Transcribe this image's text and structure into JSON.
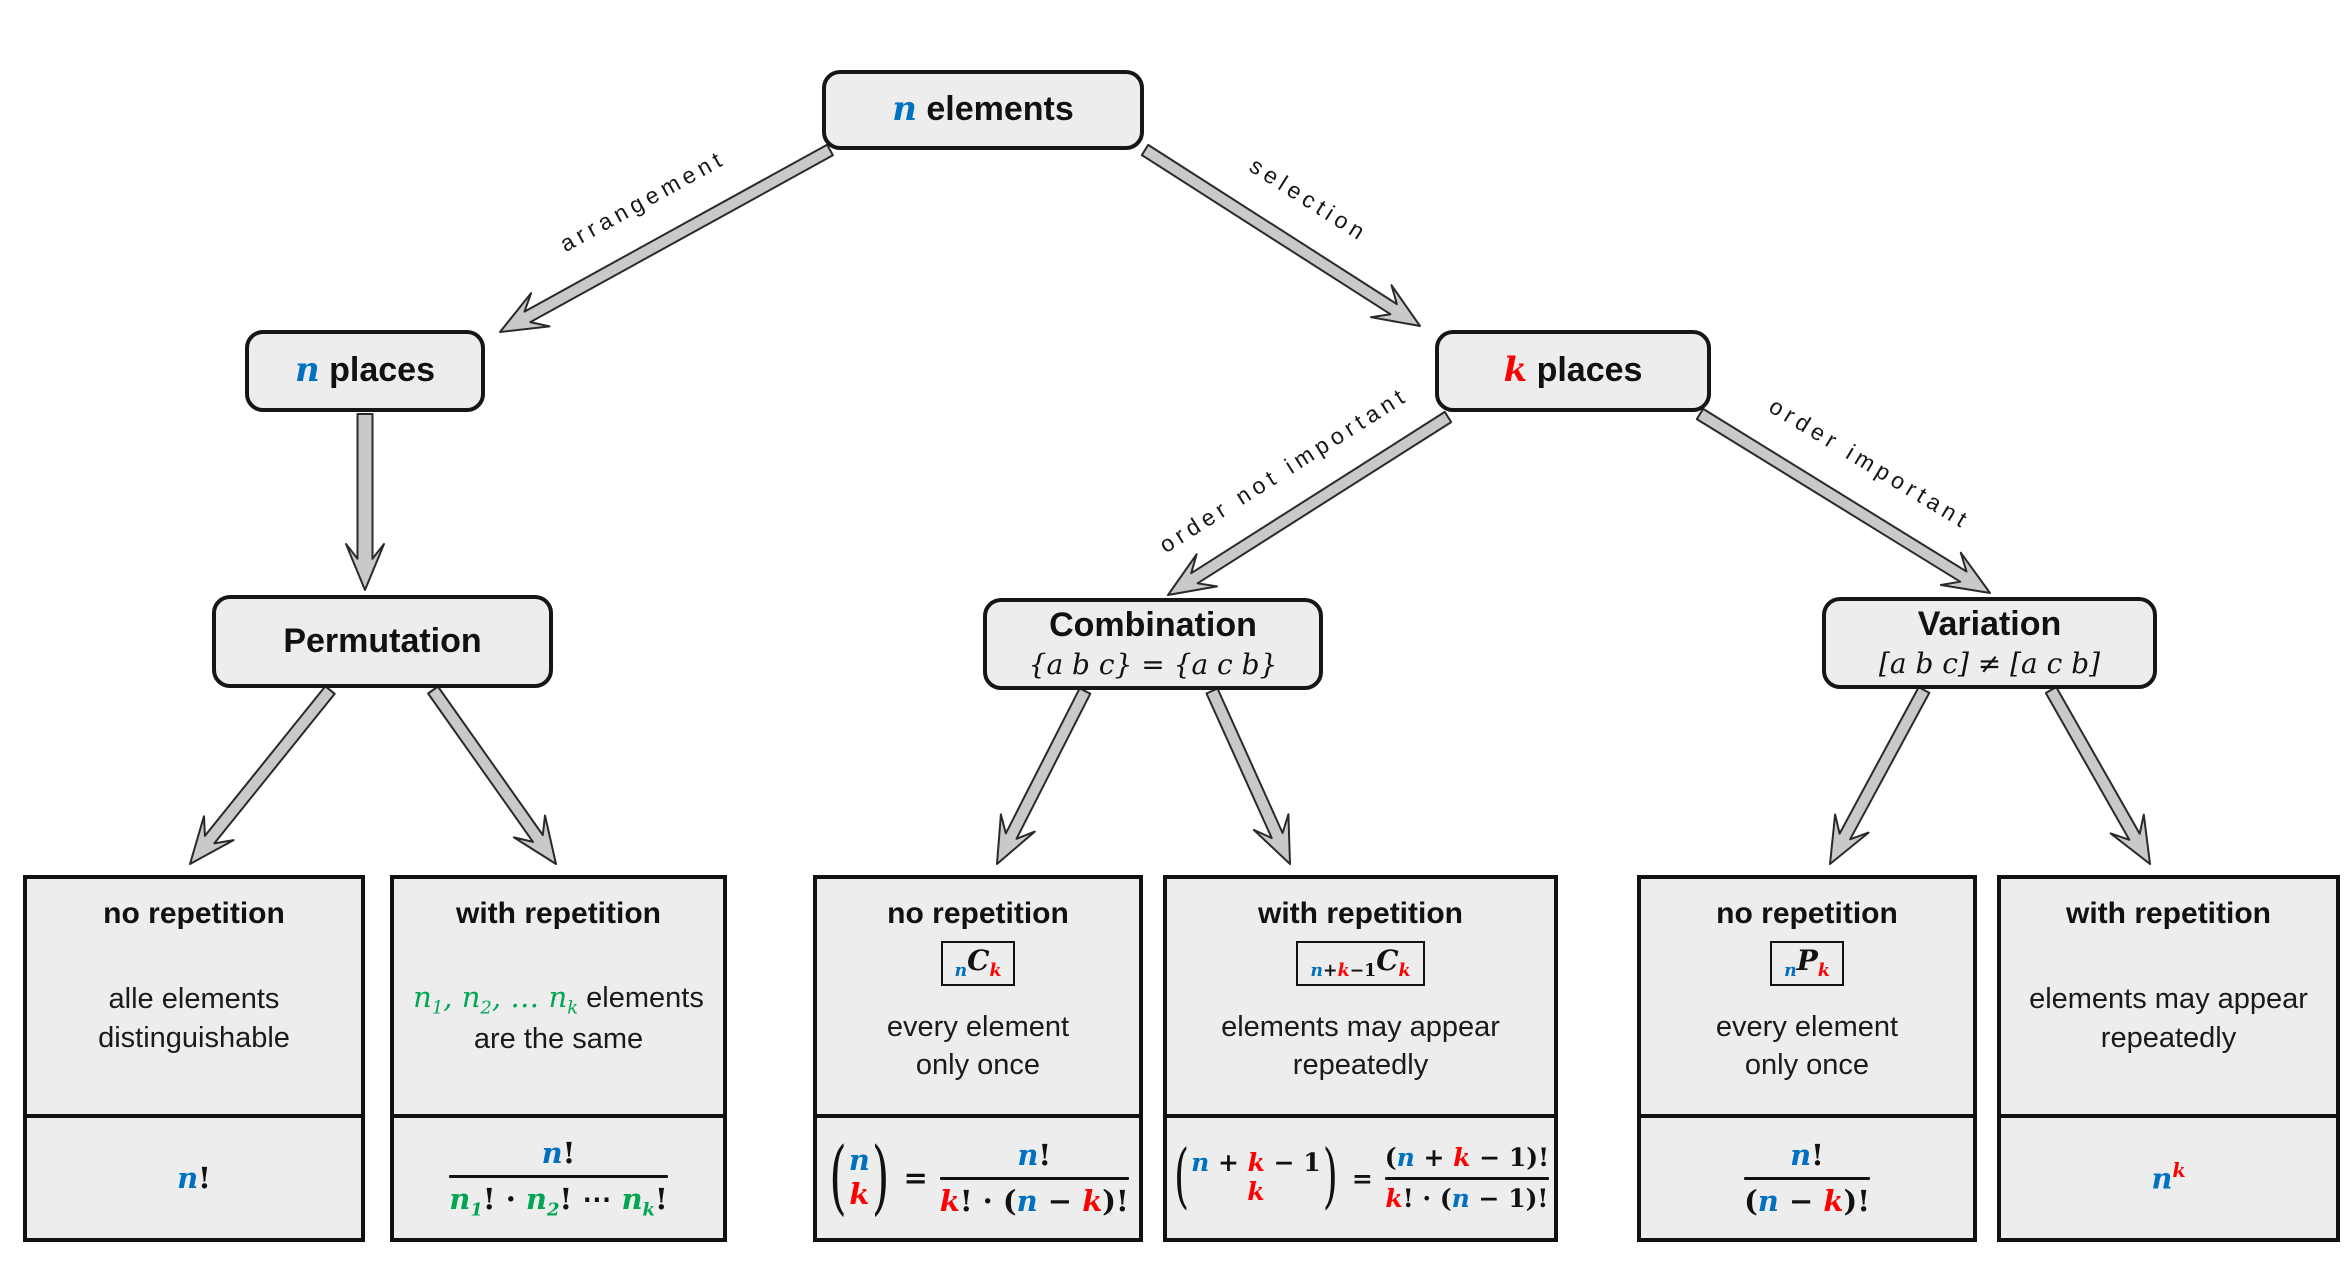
{
  "colors": {
    "blue": "#0070C0",
    "red": "#FF0000",
    "green": "#00A651"
  },
  "nodes": {
    "root": {
      "title_tokens": [
        {
          "t": "n",
          "v": 1,
          "c": "blue"
        },
        {
          "t": " elements"
        }
      ]
    },
    "n_places": {
      "title_tokens": [
        {
          "t": "n",
          "v": 1,
          "c": "blue"
        },
        {
          "t": " places"
        }
      ]
    },
    "k_places": {
      "title_tokens": [
        {
          "t": "k",
          "v": 1,
          "c": "red"
        },
        {
          "t": " places"
        }
      ]
    },
    "permutation": {
      "title": "Permutation"
    },
    "combination": {
      "title": "Combination",
      "subtitle_tokens": [
        {
          "t": "{a b c} = {a c b}",
          "it": 1
        }
      ]
    },
    "variation": {
      "title": "Variation",
      "subtitle_tokens": [
        {
          "t": "[a b c] ≠ [a c b]",
          "it": 1
        }
      ]
    }
  },
  "edges": {
    "arrangement": "arrangement",
    "selection": "selection",
    "order_not_important": "order not important",
    "order_important": "order important"
  },
  "leaves": [
    {
      "heading": "no repetition",
      "desc1": [
        {
          "t": "alle elements"
        }
      ],
      "desc2": [
        {
          "t": "distinguishable"
        }
      ],
      "formula": {
        "whole": [
          {
            "t": "n",
            "v": 1,
            "c": "blue"
          },
          {
            "t": "!",
            "m": 1
          }
        ]
      }
    },
    {
      "heading": "with repetition",
      "desc1": [
        {
          "t": "n",
          "it": 1,
          "c": "green"
        },
        {
          "t": "1",
          "it": 1,
          "c": "green",
          "sub": 1
        },
        {
          "t": ", ",
          "it": 1,
          "c": "green"
        },
        {
          "t": "n",
          "it": 1,
          "c": "green"
        },
        {
          "t": "2",
          "it": 1,
          "c": "green",
          "sub": 1
        },
        {
          "t": ", … ",
          "it": 1,
          "c": "green"
        },
        {
          "t": "n",
          "it": 1,
          "c": "green"
        },
        {
          "t": "k",
          "it": 1,
          "c": "green",
          "sub": 1
        },
        {
          "t": " elements"
        }
      ],
      "desc2": [
        {
          "t": "are the same"
        }
      ],
      "formula": {
        "num": [
          {
            "t": "n",
            "v": 1,
            "c": "blue"
          },
          {
            "t": "!",
            "m": 1
          }
        ],
        "den": [
          {
            "t": "n",
            "v": 1,
            "c": "green"
          },
          {
            "t": "1",
            "v": 1,
            "c": "green",
            "sub": 1
          },
          {
            "t": "!",
            "m": 1
          },
          {
            "t": " · ",
            "m": 1
          },
          {
            "t": "n",
            "v": 1,
            "c": "green"
          },
          {
            "t": "2",
            "v": 1,
            "c": "green",
            "sub": 1
          },
          {
            "t": "!",
            "m": 1
          },
          {
            "t": " ⋯ ",
            "m": 1
          },
          {
            "t": "n",
            "v": 1,
            "c": "green"
          },
          {
            "t": "k",
            "v": 1,
            "c": "green",
            "sub": 1
          },
          {
            "t": "!",
            "m": 1
          }
        ]
      }
    },
    {
      "heading": "no repetition",
      "badge": [
        {
          "t": "n",
          "v": 1,
          "c": "blue",
          "sub": 1
        },
        {
          "t": "C",
          "v": 1
        },
        {
          "t": "k",
          "v": 1,
          "c": "red",
          "sub": 1
        }
      ],
      "desc1": [
        {
          "t": "every element"
        }
      ],
      "desc2": [
        {
          "t": "only once"
        }
      ],
      "formula": {
        "lp": "(",
        "rp": ")",
        "eq": "=",
        "binom_top": [
          {
            "t": "n",
            "v": 1,
            "c": "blue"
          }
        ],
        "binom_bot": [
          {
            "t": "k",
            "v": 1,
            "c": "red"
          }
        ],
        "num": [
          {
            "t": "n",
            "v": 1,
            "c": "blue"
          },
          {
            "t": "!",
            "m": 1
          }
        ],
        "den": [
          {
            "t": "k",
            "v": 1,
            "c": "red"
          },
          {
            "t": "! · (",
            "m": 1
          },
          {
            "t": "n",
            "v": 1,
            "c": "blue"
          },
          {
            "t": " − ",
            "m": 1
          },
          {
            "t": "k",
            "v": 1,
            "c": "red"
          },
          {
            "t": ")!",
            "m": 1
          }
        ]
      }
    },
    {
      "heading": "with repetition",
      "badge": [
        {
          "t": "n",
          "v": 1,
          "c": "blue",
          "sub": 1
        },
        {
          "t": "+",
          "m": 1,
          "sub": 1
        },
        {
          "t": "k",
          "v": 1,
          "c": "red",
          "sub": 1
        },
        {
          "t": "−1",
          "m": 1,
          "sub": 1
        },
        {
          "t": "C",
          "v": 1
        },
        {
          "t": "k",
          "v": 1,
          "c": "red",
          "sub": 1
        }
      ],
      "desc1": [
        {
          "t": "elements may appear"
        }
      ],
      "desc2": [
        {
          "t": "repeatedly"
        }
      ],
      "formula": {
        "lp": "(",
        "rp": ")",
        "eq": "=",
        "binom_top": [
          {
            "t": "n",
            "v": 1,
            "c": "blue"
          },
          {
            "t": " + ",
            "m": 1
          },
          {
            "t": "k",
            "v": 1,
            "c": "red"
          },
          {
            "t": " − 1",
            "m": 1
          }
        ],
        "binom_bot": [
          {
            "t": "k",
            "v": 1,
            "c": "red"
          }
        ],
        "num": [
          {
            "t": "(",
            "m": 1
          },
          {
            "t": "n",
            "v": 1,
            "c": "blue"
          },
          {
            "t": " + ",
            "m": 1
          },
          {
            "t": "k",
            "v": 1,
            "c": "red"
          },
          {
            "t": " − 1",
            "m": 1
          },
          {
            "t": ")!",
            "m": 1
          }
        ],
        "den": [
          {
            "t": "k",
            "v": 1,
            "c": "red"
          },
          {
            "t": "! · (",
            "m": 1
          },
          {
            "t": "n",
            "v": 1,
            "c": "blue"
          },
          {
            "t": " − 1",
            "m": 1
          },
          {
            "t": ")!",
            "m": 1
          }
        ]
      }
    },
    {
      "heading": "no repetition",
      "badge": [
        {
          "t": "n",
          "v": 1,
          "c": "blue",
          "sub": 1
        },
        {
          "t": "P",
          "v": 1
        },
        {
          "t": "k",
          "v": 1,
          "c": "red",
          "sub": 1
        }
      ],
      "desc1": [
        {
          "t": "every element"
        }
      ],
      "desc2": [
        {
          "t": "only once"
        }
      ],
      "formula": {
        "num": [
          {
            "t": "n",
            "v": 1,
            "c": "blue"
          },
          {
            "t": "!",
            "m": 1
          }
        ],
        "den": [
          {
            "t": "(",
            "m": 1
          },
          {
            "t": "n",
            "v": 1,
            "c": "blue"
          },
          {
            "t": " − ",
            "m": 1
          },
          {
            "t": "k",
            "v": 1,
            "c": "red"
          },
          {
            "t": ")!",
            "m": 1
          }
        ]
      }
    },
    {
      "heading": "with repetition",
      "desc1": [
        {
          "t": "elements may appear"
        }
      ],
      "desc2": [
        {
          "t": "repeatedly"
        }
      ],
      "formula": {
        "whole": [
          {
            "t": "n",
            "v": 1,
            "c": "blue"
          },
          {
            "t": "k",
            "v": 1,
            "c": "red",
            "sup": 1
          }
        ]
      }
    }
  ]
}
